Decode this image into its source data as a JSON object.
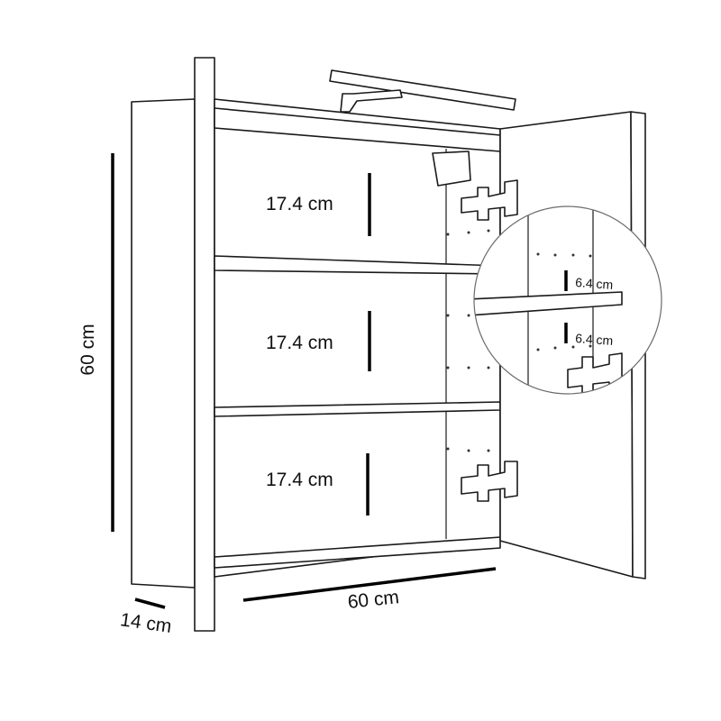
{
  "labels": {
    "height": "60 cm",
    "width": "60 cm",
    "depth": "14 cm",
    "shelf_gap_1": "17.4 cm",
    "shelf_gap_2": "17.4 cm",
    "shelf_gap_3": "17.4 cm",
    "detail_upper": "6.4 cm",
    "detail_lower": "6.4 cm"
  },
  "colors": {
    "line": "#1a1a1a",
    "dimension": "#000000",
    "background": "#ffffff"
  }
}
